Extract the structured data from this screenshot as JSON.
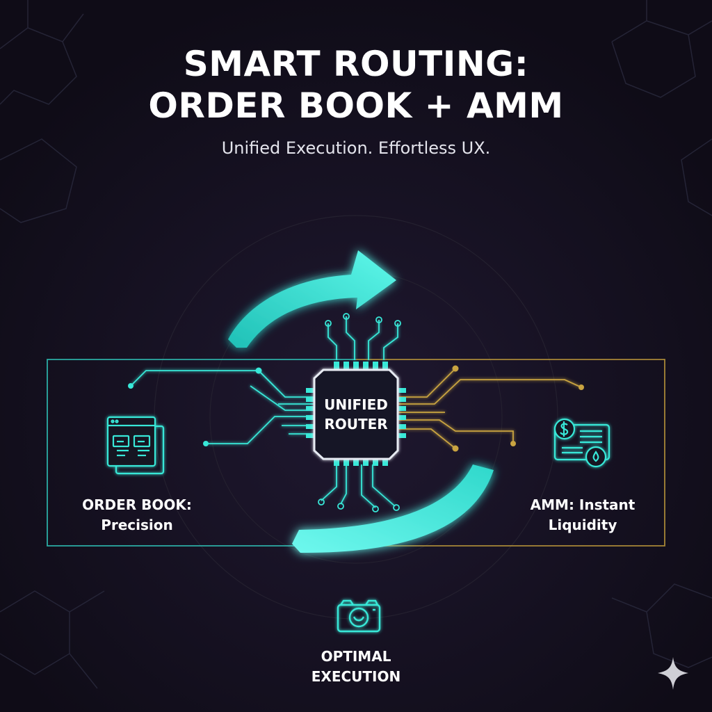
{
  "title": "SMART ROUTING:\nORDER BOOK + AMM",
  "subtitle": "Unified Execution. Effortless UX.",
  "router": {
    "label": "UNIFIED\nROUTER",
    "icon": "chip-icon"
  },
  "order_book": {
    "label": "ORDER BOOK:\nPrecision",
    "icon": "order-book-window-icon"
  },
  "amm": {
    "label": "AMM: Instant\nLiquidity",
    "icon": "amm-coin-document-icon"
  },
  "optimal": {
    "label": "OPTIMAL\nEXECUTION",
    "icon": "camera-smile-icon"
  },
  "colors": {
    "background": "#130f1d",
    "teal": "#38e8d8",
    "gold": "#c9a441",
    "text": "#ffffff"
  }
}
